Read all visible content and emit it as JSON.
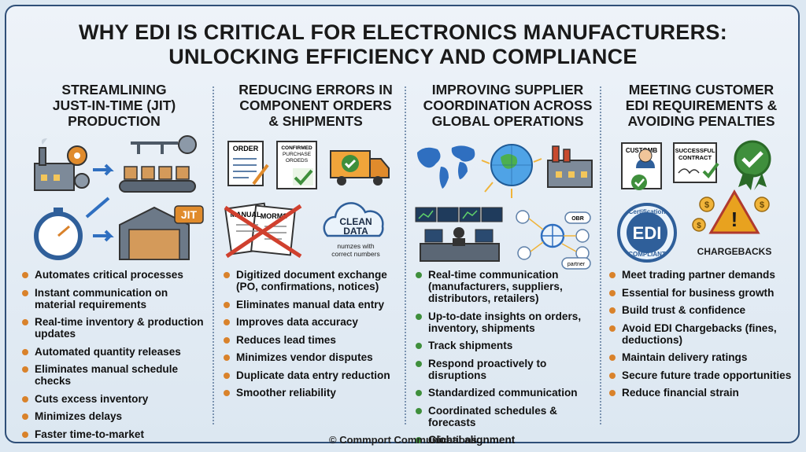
{
  "title": {
    "line1": "WHY EDI IS CRITICAL FOR ELECTRONICS MANUFACTURERS:",
    "line2": "UNLOCKING EFFICIENCY AND COMPLIANCE"
  },
  "columns": [
    {
      "heading": [
        "STREAMLINING",
        "JUST-IN-TIME (JIT)",
        "PRODUCTION"
      ],
      "icon_labels": {
        "jit": "JIT"
      },
      "bullets": [
        "Automates critical processes",
        "Instant communication on material requirements",
        "Real-time inventory & production updates",
        "Automated quantity releases",
        "Eliminates manual schedule checks",
        "Cuts excess inventory",
        "Minimizes delays",
        "Faster time-to-market"
      ]
    },
    {
      "heading": [
        "REDUCING ERRORS IN",
        "COMPONENT ORDERS",
        "& SHIPMENTS"
      ],
      "icon_labels": {
        "order": "ORDER",
        "confirmed": "CONFIRMED PURCHASE OROEDS",
        "manual": "MANUAL",
        "forms": "MORMS",
        "clean_data": "CLEAN DATA",
        "clean_caption": "numzes with correct numbers"
      },
      "bullets": [
        "Digitized document exchange (PO, confirmations, notices)",
        "Eliminates manual data entry",
        "Improves data accuracy",
        "Reduces lead times",
        "Minimizes vendor disputes",
        "Duplicate data entry reduction",
        "Smoother reliability"
      ]
    },
    {
      "heading": [
        "IMPROVING SUPPLIER",
        "COORDINATION ACROSS",
        "GLOBAL OPERATIONS"
      ],
      "icon_labels": {
        "node1": "OBR",
        "node2": "partner"
      },
      "bullets": [
        "Real-time communication (manufacturers, suppliers, distributors, retailers)",
        "Up-to-date insights on orders, inventory, shipments",
        "Track shipments",
        "Respond proactively to disruptions",
        "Standardized communication",
        "Coordinated schedules & forecasts",
        "Global alignment"
      ]
    },
    {
      "heading": [
        "MEETING CUSTOMER",
        "EDI REQUIREMENTS &",
        "AVOIDING PENALTIES"
      ],
      "icon_labels": {
        "customer": "CUSTOMER",
        "contract": "SUCCESSFUL CONTRACT",
        "seal_top": "Certification",
        "seal_mid": "EDI",
        "seal_bottom": "COMPLIANT",
        "chargebacks": "CHARGEBACKS"
      },
      "bullets": [
        "Meet trading partner demands",
        "Essential for business growth",
        "Build trust & confidence",
        "Avoid EDI Chargebacks (fines, deductions)",
        "Maintain delivery ratings",
        "Secure future trade opportunities",
        "Reduce financial strain"
      ]
    }
  ],
  "footer": "© Commport Communications",
  "colors": {
    "frame": "#2f4f78",
    "bullet_orange": "#d9822b",
    "bullet_green": "#3f8f3c",
    "check_green": "#3f8f3c",
    "warning": "#e8a21f"
  }
}
